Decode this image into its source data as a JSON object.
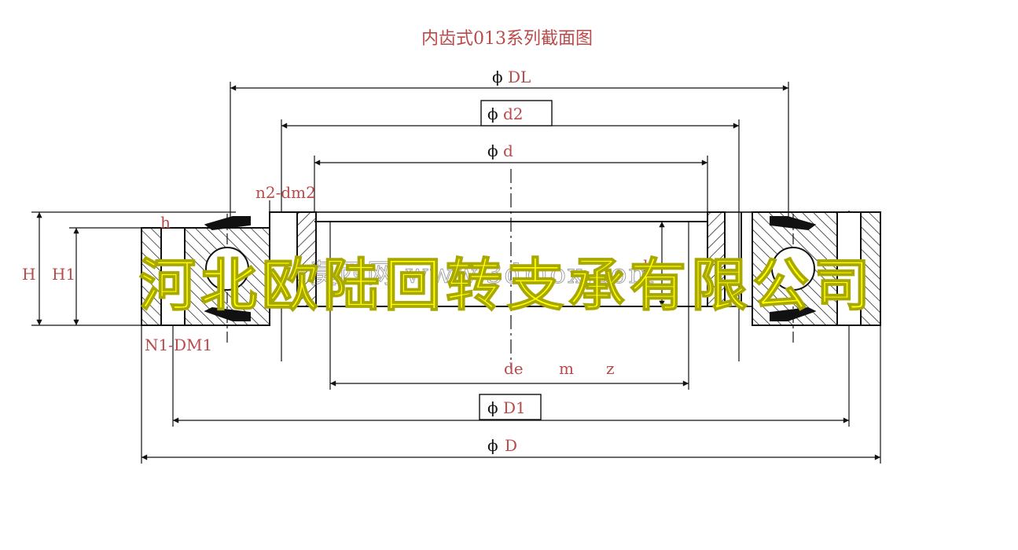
{
  "title": "内齿式013系列截面图",
  "dimensions": {
    "DL": "DL",
    "d2": "d2",
    "d": "d",
    "n2_dm2": "n2-dm2",
    "h_left": "h",
    "h_right": "h",
    "H": "H",
    "H1": "H1",
    "N1_DM1": "N1-DM1",
    "de": "de",
    "m": "m",
    "z": "z",
    "D1": "D1",
    "D": "D",
    "phi": "ϕ"
  },
  "watermark": {
    "company": "河北欧陆回转支承有限公司",
    "site": "莫西网 www.3dmox.com"
  },
  "colors": {
    "title": "#b84a4a",
    "label": "#b84a4a",
    "line": "#111111",
    "watermark": "#ffff00",
    "watermark_stroke": "#a8a800"
  }
}
